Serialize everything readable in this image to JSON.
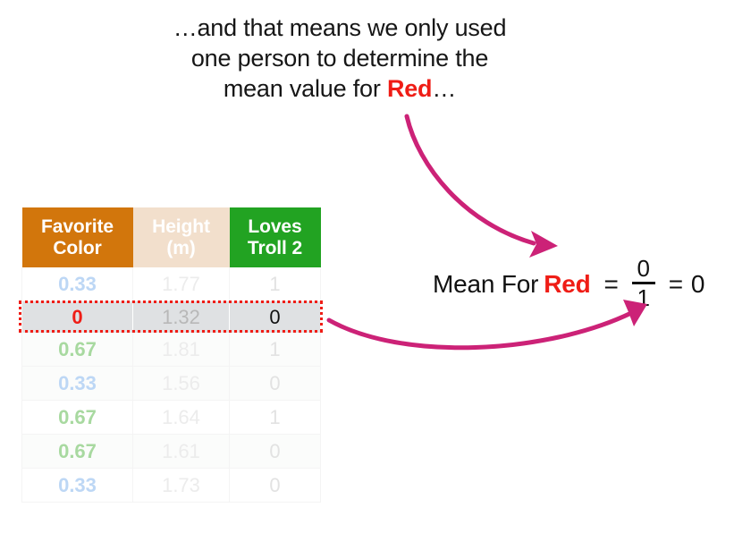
{
  "caption": {
    "line1": "…and that means we only used",
    "line2": "one person to determine the",
    "line3_pre": "mean value for ",
    "line3_highlight": "Red",
    "line3_post": "…"
  },
  "table": {
    "headers": [
      {
        "line1": "Favorite",
        "line2": "Color",
        "color": "#d2760c"
      },
      {
        "line1": "Height",
        "line2": "(m)",
        "color": "#f2dfcc"
      },
      {
        "line1": "Loves",
        "line2": "Troll 2",
        "color": "#22a322"
      }
    ],
    "rows": [
      {
        "color": "0.33",
        "height": "1.77",
        "troll": "1",
        "selected": false
      },
      {
        "color": "0",
        "height": "1.32",
        "troll": "0",
        "selected": true
      },
      {
        "color": "0.67",
        "height": "1.81",
        "troll": "1",
        "selected": false
      },
      {
        "color": "0.33",
        "height": "1.56",
        "troll": "0",
        "selected": false
      },
      {
        "color": "0.67",
        "height": "1.64",
        "troll": "1",
        "selected": false
      },
      {
        "color": "0.67",
        "height": "1.61",
        "troll": "0",
        "selected": false
      },
      {
        "color": "0.33",
        "height": "1.73",
        "troll": "0",
        "selected": false
      }
    ],
    "selected_row_index": 1,
    "selection_border_color": "#ef1d16"
  },
  "equation": {
    "label": "Mean For",
    "highlight": "Red",
    "equals1": "=",
    "numerator": "0",
    "denominator": "1",
    "equals2": "=",
    "result": "0"
  },
  "colors": {
    "arrow": "#cc2277",
    "red": "#ef1d16",
    "orange": "#d2760c",
    "green": "#22a322",
    "peach": "#f2dfcc",
    "selected_row_bg": "#dfe1e3"
  },
  "icons": {
    "arrow_top": "curved-arrow-down-right",
    "arrow_bottom": "curved-arrow-up-right"
  }
}
